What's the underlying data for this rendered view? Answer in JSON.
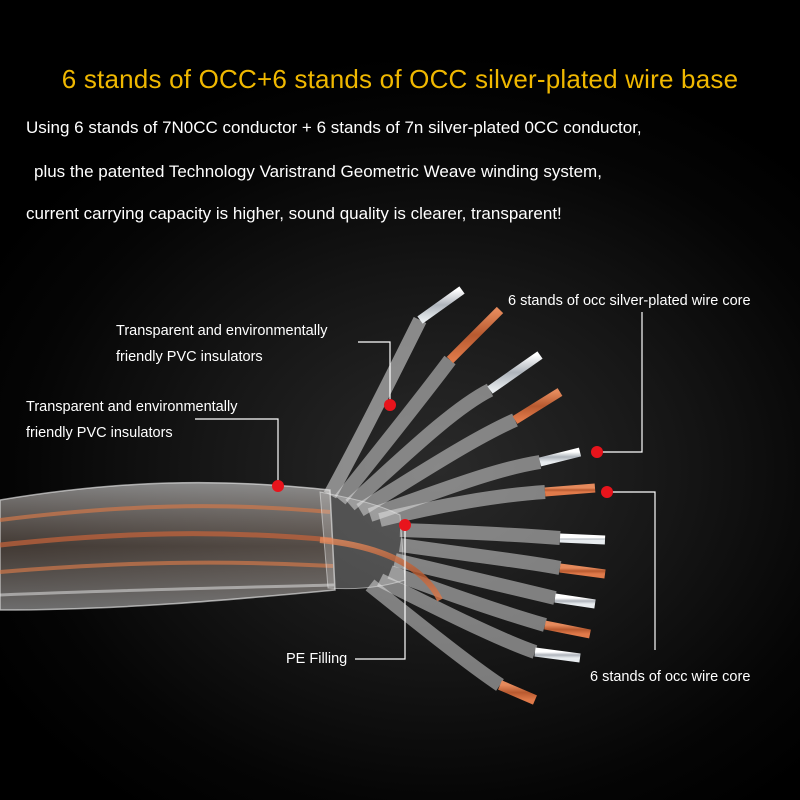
{
  "headline": "6 stands of OCC+6 stands of OCC silver-plated wire base",
  "description": [
    "Using 6 stands of 7N0CC conductor + 6 stands of 7n silver-plated 0CC conductor,",
    "plus the patented Technology Varistrand Geometric Weave winding system,",
    "current carrying capacity is higher, sound quality is clearer, transparent!"
  ],
  "callouts": {
    "insulator_inner": [
      "Transparent and environmentally",
      "friendly PVC insulators"
    ],
    "insulator_outer": [
      "Transparent and environmentally",
      "friendly PVC insulators"
    ],
    "silver_core": "6 stands of occ silver-plated wire core",
    "pe_filling": "PE Filling",
    "occ_core": "6 stands of occ wire core"
  },
  "colors": {
    "headline": "#f0b800",
    "text": "#ffffff",
    "marker": "#e8141c",
    "copper": "#c8643a",
    "silver": "#d9dde2"
  }
}
